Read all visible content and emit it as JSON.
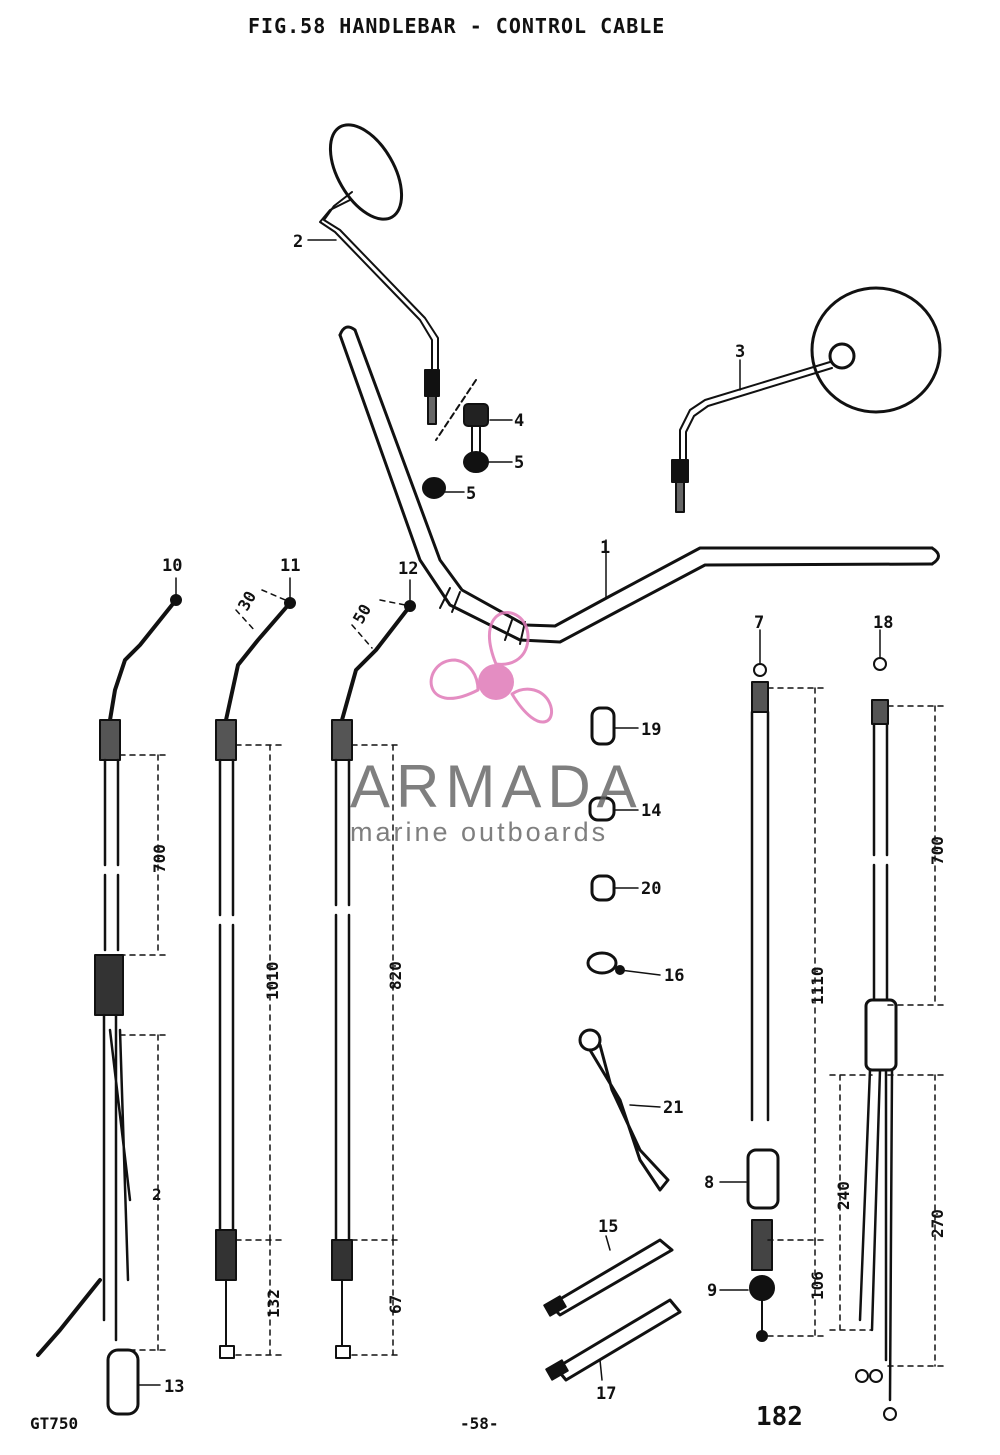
{
  "header": {
    "title": "FIG.58  HANDLEBAR - CONTROL CABLE"
  },
  "footer": {
    "model": "GT750",
    "page": "-58-",
    "code": "182"
  },
  "watermark": {
    "brand": "ARMADA",
    "tagline": "marine outboards",
    "color": "#e07ab8"
  },
  "callouts": [
    "1",
    "2",
    "3",
    "4",
    "5",
    "5",
    "7",
    "8",
    "9",
    "10",
    "11",
    "12",
    "13",
    "14",
    "15",
    "16",
    "17",
    "18",
    "19",
    "20",
    "21"
  ],
  "dimensions": [
    "30",
    "50",
    "700",
    "1010",
    "820",
    "132",
    "67",
    "1110",
    "106",
    "700",
    "240",
    "270",
    "2"
  ]
}
